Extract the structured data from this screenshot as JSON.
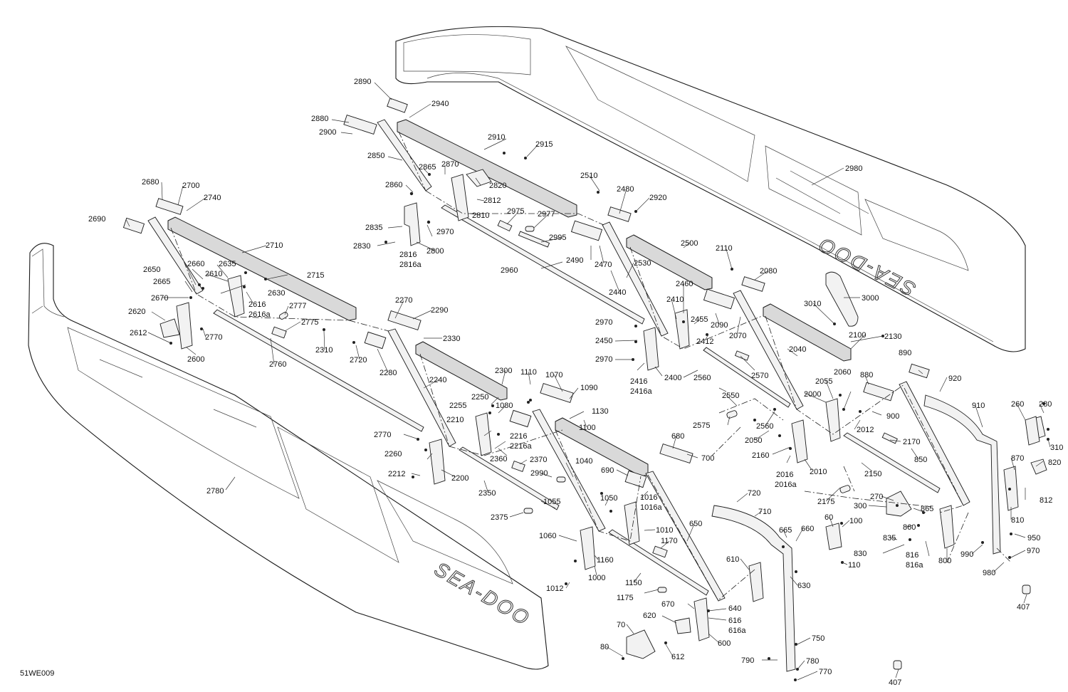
{
  "drawing_code": "51WE009",
  "brand_mark": "SEA-DOO",
  "callouts": {
    "c2890": "2890",
    "c2940": "2940",
    "c2880": "2880",
    "c2900": "2900",
    "c2910": "2910",
    "c2915": "2915",
    "c2850": "2850",
    "c2865": "2865",
    "c2870": "2870",
    "c2820": "2820",
    "c2860": "2860",
    "c2812": "2812",
    "c2510": "2510",
    "c2480": "2480",
    "c2920": "2920",
    "c2810": "2810",
    "c2975": "2975",
    "c2977": "2977",
    "c2980": "2980",
    "c2835": "2835",
    "c2970a": "2970",
    "c2830": "2830",
    "c2800": "2800",
    "c2816": "2816",
    "c2816a": "2816a",
    "c2995": "2995",
    "c2490": "2490",
    "c2470": "2470",
    "c2500": "2500",
    "c2110": "2110",
    "c2960": "2960",
    "c2530": "2530",
    "c2680": "2680",
    "c2700": "2700",
    "c2740": "2740",
    "c2690": "2690",
    "c2710": "2710",
    "c2650": "2650",
    "c2660": "2660",
    "c2635": "2635",
    "c2610": "2610",
    "c2715": "2715",
    "c2665": "2665",
    "c2630": "2630",
    "c2670": "2670",
    "c2616": "2616",
    "c2616a": "2616a",
    "c2777": "2777",
    "c2775": "2775",
    "c2620": "2620",
    "c2612": "2612",
    "c2770a": "2770",
    "c2600": "2600",
    "c2760": "2760",
    "c2310": "2310",
    "c2270": "2270",
    "c2290": "2290",
    "c2330": "2330",
    "c2720": "2720",
    "c2280": "2280",
    "c2440": "2440",
    "c2460": "2460",
    "c2410": "2410",
    "c2455": "2455",
    "c2090": "2090",
    "c2080": "2080",
    "c3000": "3000",
    "c3010": "3010",
    "c2970b": "2970",
    "c2450": "2450",
    "c2412": "2412",
    "c2070": "2070",
    "c2100": "2100",
    "c2130": "2130",
    "c2040": "2040",
    "c2970c": "2970",
    "c2416": "2416",
    "c2416a": "2416a",
    "c2400": "2400",
    "c2560a": "2560",
    "c2570": "2570",
    "c2300": "2300",
    "c2240": "2240",
    "c1110": "1110",
    "c1070": "1070",
    "c1090": "1090",
    "c2250": "2250",
    "c2255": "2255",
    "c1080": "1080",
    "c1130": "1130",
    "c2210": "2210",
    "c2216": "2216",
    "c2216a": "2216a",
    "c1100": "1100",
    "c2770b": "2770",
    "c2260": "2260",
    "c2360": "2360",
    "c2370": "2370",
    "c2212": "2212",
    "c2200": "2200",
    "c2990": "2990",
    "c1040": "1040",
    "c2350": "2350",
    "c2780": "2780",
    "c2375": "2375",
    "c1055": "1055",
    "c1050": "1050",
    "c680": "680",
    "c700": "700",
    "c690": "690",
    "c1016": "1016",
    "c1016a": "1016a",
    "c1060": "1060",
    "c1010": "1010",
    "c1170": "1170",
    "c1160": "1160",
    "c1000": "1000",
    "c1012": "1012",
    "c1150": "1150",
    "c1175": "1175",
    "c650": "650",
    "c720": "720",
    "c710": "710",
    "c2550": "2550",
    "c2575": "2575",
    "c2560b": "2560",
    "c2050": "2050",
    "c2160": "2160",
    "c2016": "2016",
    "c2016a": "2016a",
    "c2010": "2010",
    "c2000": "2000",
    "c2055": "2055",
    "c2060": "2060",
    "c880": "880",
    "c890": "890",
    "c920": "920",
    "c900": "900",
    "c2012": "2012",
    "c2170": "2170",
    "c2150": "2150",
    "c2175": "2175",
    "c850": "850",
    "c910": "910",
    "c260": "260",
    "c280": "280",
    "c310": "310",
    "c870": "870",
    "c820": "820",
    "c812": "812",
    "c810": "810",
    "c270": "270",
    "c300": "300",
    "c865": "865",
    "c860": "860",
    "c835": "835",
    "c830": "830",
    "c816": "816",
    "c816a": "816a",
    "c800": "800",
    "c950": "950",
    "c970": "970",
    "c990": "990",
    "c980": "980",
    "c665": "665",
    "c660": "660",
    "c60": "60",
    "c100": "100",
    "c110": "110",
    "c610": "610",
    "c630": "630",
    "c670": "670",
    "c640": "640",
    "c616": "616",
    "c616a": "616a",
    "c620": "620",
    "c600": "600",
    "c612": "612",
    "c70": "70",
    "c80": "80",
    "c750": "750",
    "c790": "790",
    "c780": "780",
    "c770": "770",
    "c407a": "407",
    "c407b": "407"
  }
}
